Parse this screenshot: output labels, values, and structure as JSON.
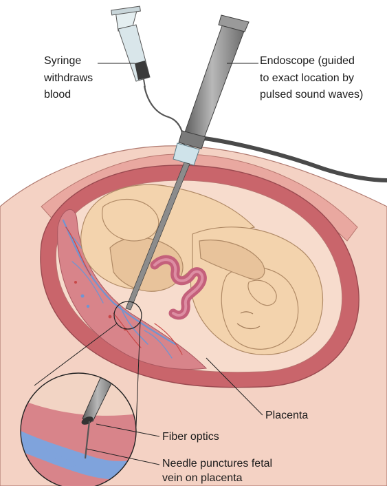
{
  "labels": {
    "syringe": [
      "Syringe",
      "withdraws",
      "blood"
    ],
    "endoscope": [
      "Endoscope (guided",
      "to exact location by",
      "pulsed sound waves)"
    ],
    "placenta": "Placenta",
    "fiber_optics": "Fiber optics",
    "needle": [
      "Needle punctures fetal",
      "vein on placenta"
    ]
  },
  "colors": {
    "abdomen_outer": "#f4d2c4",
    "abdomen_band": "#e9a8a0",
    "uterus_wall": "#c9656b",
    "amniotic_cavity": "#f7dccd",
    "placenta": "#d8848a",
    "fetus_skin": "#f3d3ad",
    "fetus_shadow": "#e2b98f",
    "umbilical_cord": "#c4607b",
    "fetal_vein": "#6f95d2",
    "endoscope_metal": "#8c8c8c",
    "syringe_barrel": "#d9e6ea"
  }
}
